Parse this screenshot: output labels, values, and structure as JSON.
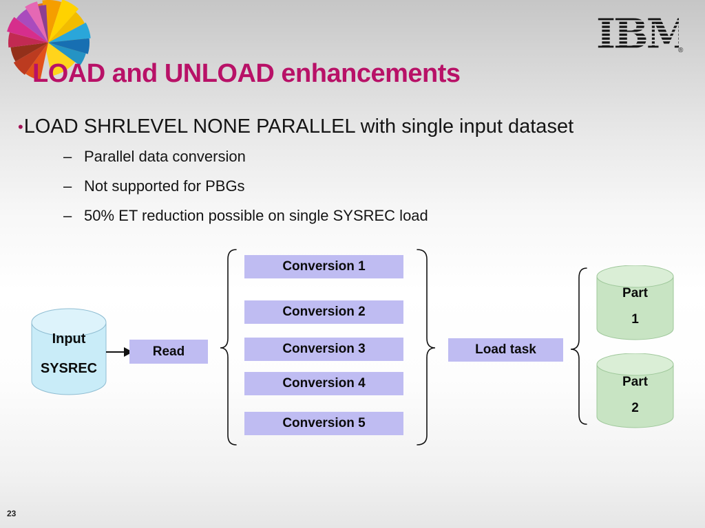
{
  "slide": {
    "page_number": "23",
    "brand": {
      "name": "IBM",
      "registered_mark": "®"
    },
    "title": "LOAD and UNLOAD enhancements",
    "bullets": {
      "main_marker": "•",
      "main": "LOAD SHRLEVEL NONE PARALLEL with single input dataset",
      "sub_marker": "–",
      "sub": [
        "Parallel data conversion",
        "Not supported for PBGs",
        "50% ET reduction possible on single SYSREC load"
      ]
    },
    "diagram": {
      "input_cylinder": {
        "line1": "Input",
        "line2": "SYSREC"
      },
      "read_box": "Read",
      "conversions": [
        "Conversion 1",
        "Conversion 2",
        "Conversion 3",
        "Conversion 4",
        "Conversion 5"
      ],
      "load_task_box": "Load task",
      "parts": [
        {
          "line1": "Part",
          "line2": "1"
        },
        {
          "line1": "Part",
          "line2": "2"
        }
      ]
    },
    "colors": {
      "title_text": "#b81167",
      "process_box_fill": "#bfbcf2",
      "input_cylinder_fill": "#c9ecf8",
      "part_cylinder_fill": "#c8e4c3",
      "bullet_marker": "#a21256"
    }
  }
}
